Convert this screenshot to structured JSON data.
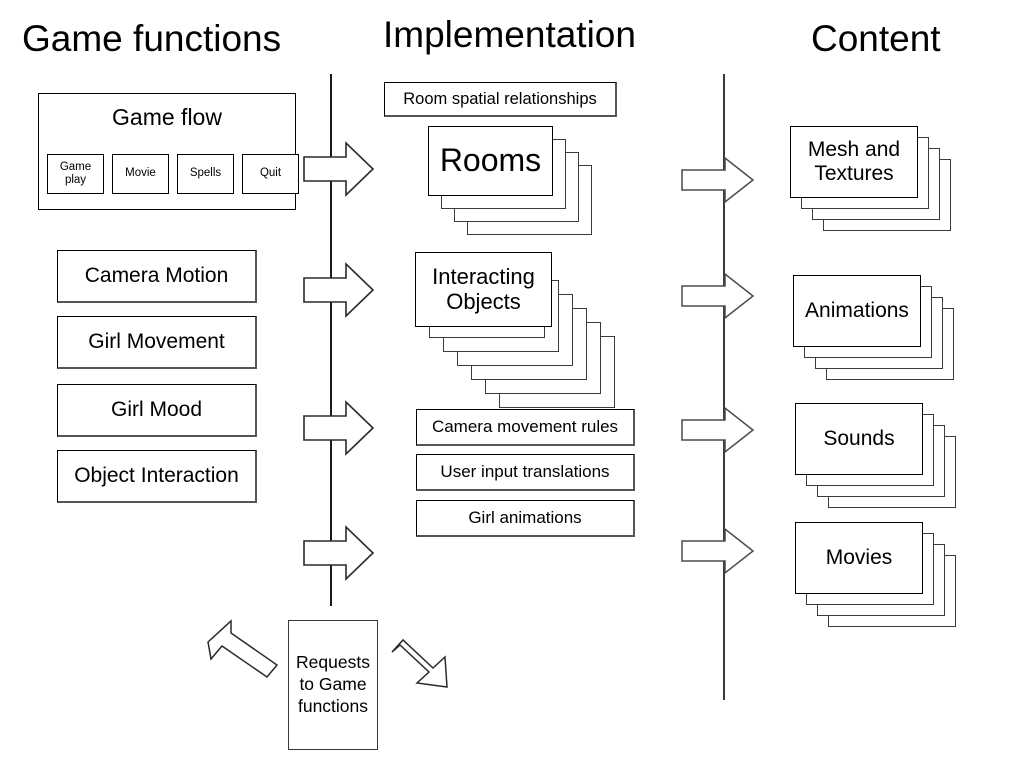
{
  "diagram": {
    "title_row": {
      "left": "Game functions",
      "middle": "Implementation",
      "right": "Content"
    },
    "columns": {
      "game_functions": {
        "game_flow": {
          "title": "Game flow",
          "items": [
            {
              "label": "Game play"
            },
            {
              "label": "Movie"
            },
            {
              "label": "Spells"
            },
            {
              "label": "Quit"
            }
          ]
        },
        "functions": [
          {
            "label": "Camera Motion"
          },
          {
            "label": "Girl Movement"
          },
          {
            "label": "Girl Mood"
          },
          {
            "label": "Object Interaction"
          }
        ]
      },
      "implementation": {
        "room_spatial": "Room spatial relationships",
        "stacks": [
          {
            "label": "Rooms",
            "layers": 4
          },
          {
            "label": "Interacting Objects",
            "layers": 7
          }
        ],
        "rules": [
          {
            "label": "Camera movement rules"
          },
          {
            "label": "User input translations"
          },
          {
            "label": "Girl animations"
          }
        ]
      },
      "content": {
        "stacks": [
          {
            "label": "Mesh and Textures",
            "layers": 4
          },
          {
            "label": "Animations",
            "layers": 4
          },
          {
            "label": "Sounds",
            "layers": 4
          },
          {
            "label": "Movies",
            "layers": 4
          }
        ]
      }
    },
    "requests_box": {
      "label": "Requests to Game functions"
    },
    "connectors": {
      "left_spine_label": "left-vertical-connector",
      "right_spine_label": "right-vertical-connector",
      "arrow_count_left": 4,
      "arrow_count_right": 4,
      "bent_arrow_left": "up-left-arrow",
      "bent_arrow_right": "down-right-arrow"
    },
    "colors": {
      "stroke": "#000000",
      "stroke_soft": "#3a3a3a",
      "background": "#ffffff",
      "text": "#000000"
    }
  }
}
